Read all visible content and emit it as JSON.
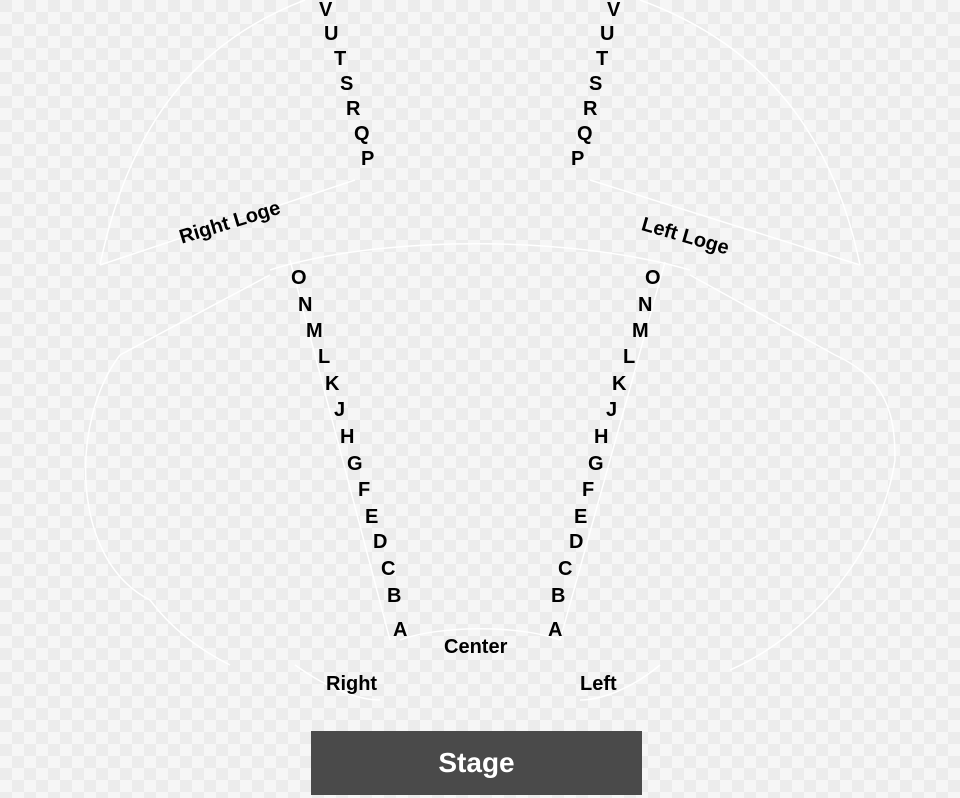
{
  "sections": {
    "right_loge": "Right Loge",
    "left_loge": "Left Loge",
    "center": "Center",
    "right": "Right",
    "left": "Left",
    "stage": "Stage"
  },
  "rows": {
    "upper": [
      "V",
      "U",
      "T",
      "S",
      "R",
      "Q",
      "P"
    ],
    "lower": [
      "O",
      "N",
      "M",
      "L",
      "K",
      "J",
      "H",
      "G",
      "F",
      "E",
      "D",
      "C",
      "B",
      "A"
    ]
  }
}
